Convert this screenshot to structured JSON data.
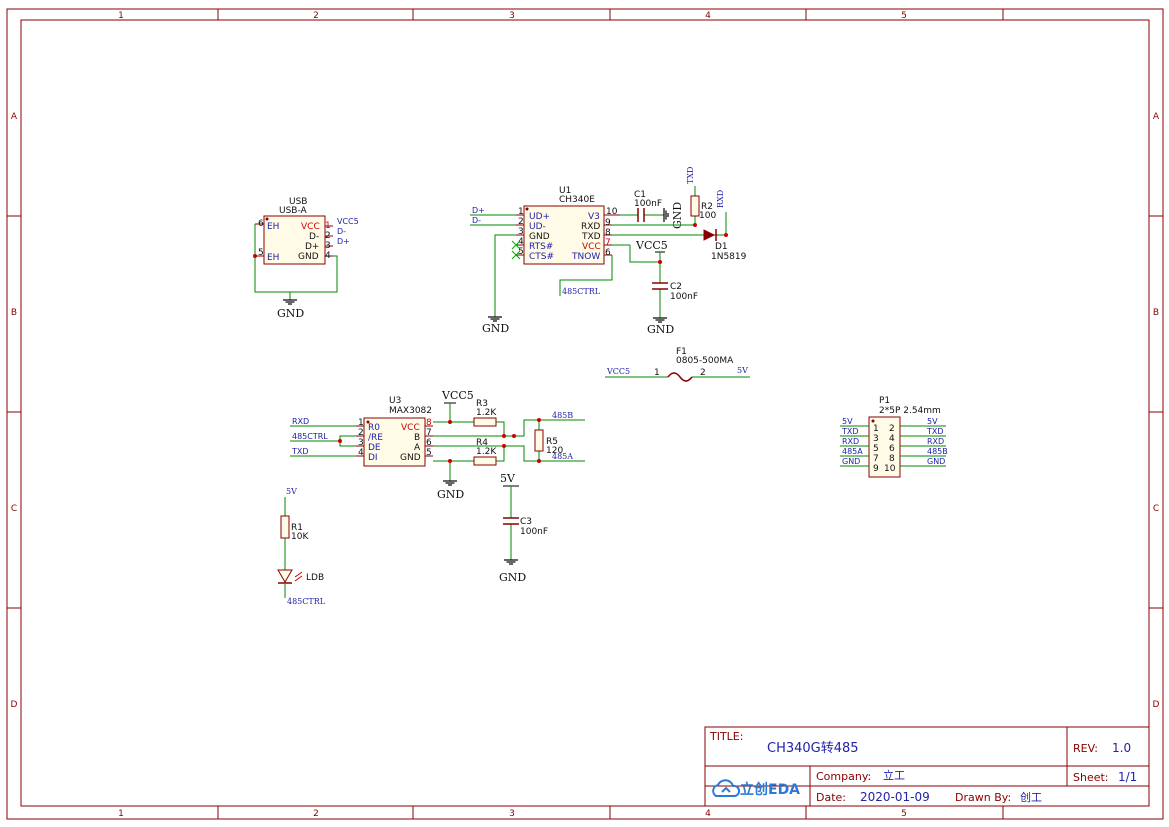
{
  "frame": {
    "columns": [
      "1",
      "2",
      "3",
      "4",
      "5"
    ],
    "rows": [
      "A",
      "B",
      "C",
      "D"
    ],
    "colors": {
      "frame": "#880000",
      "wire": "#008800",
      "label": "#2222aa",
      "pin": "#cc0000",
      "part": "#880000"
    }
  },
  "title_block": {
    "title_label": "TITLE:",
    "title": "CH340G转485",
    "rev_label": "REV:",
    "rev": "1.0",
    "company_label": "Company:",
    "company": "立工",
    "sheet_label": "Sheet:",
    "sheet": "1/1",
    "date_label": "Date:",
    "date": "2020-01-09",
    "drawn_label": "Drawn By:",
    "drawn": "创工",
    "logo_text": "立创EDA"
  },
  "usb": {
    "designator": "USB",
    "value": "USB-A",
    "pins": [
      {
        "num": "6",
        "name": "EH"
      },
      {
        "num": "5",
        "name": "EH"
      },
      {
        "num": "1",
        "name": "VCC"
      },
      {
        "num": "2",
        "name": "D-"
      },
      {
        "num": "3",
        "name": "D+"
      },
      {
        "num": "4",
        "name": "GND"
      }
    ],
    "nets": [
      "VCC5",
      "D-",
      "D+"
    ],
    "gnd": "GND"
  },
  "u1": {
    "designator": "U1",
    "value": "CH340E",
    "left_pins": [
      {
        "num": "1",
        "name": "UD+"
      },
      {
        "num": "2",
        "name": "UD-"
      },
      {
        "num": "3",
        "name": "GND"
      },
      {
        "num": "4",
        "name": "RTS#"
      },
      {
        "num": "5",
        "name": "CTS#"
      }
    ],
    "right_pins": [
      {
        "num": "10",
        "name": "V3"
      },
      {
        "num": "9",
        "name": "RXD"
      },
      {
        "num": "8",
        "name": "TXD"
      },
      {
        "num": "7",
        "name": "VCC"
      },
      {
        "num": "6",
        "name": "TNOW"
      }
    ],
    "nets": [
      "D+",
      "D-",
      "485CTRL"
    ],
    "gnd": "GND"
  },
  "c1": {
    "designator": "C1",
    "value": "100nF",
    "gnd": "GND"
  },
  "r2": {
    "designator": "R2",
    "value": "100",
    "net_top": "TXD",
    "net_d": "RXD"
  },
  "d1": {
    "designator": "D1",
    "value": "1N5819"
  },
  "vcc5_u1": "VCC5",
  "c2": {
    "designator": "C2",
    "value": "100nF",
    "gnd": "GND"
  },
  "f1": {
    "designator": "F1",
    "value": "0805-500MA",
    "pin1": "1",
    "pin2": "2",
    "net_in": "VCC5",
    "net_out": "5V"
  },
  "u3": {
    "designator": "U3",
    "value": "MAX3082",
    "left_pins": [
      {
        "num": "1",
        "name": "R0"
      },
      {
        "num": "2",
        "name": "/RE"
      },
      {
        "num": "3",
        "name": "DE"
      },
      {
        "num": "4",
        "name": "DI"
      }
    ],
    "right_pins": [
      {
        "num": "8",
        "name": "VCC"
      },
      {
        "num": "7",
        "name": "B"
      },
      {
        "num": "6",
        "name": "A"
      },
      {
        "num": "5",
        "name": "GND"
      }
    ],
    "nets_left": [
      "RXD",
      "485CTRL",
      "TXD"
    ],
    "vcc": "VCC5",
    "gnd": "GND"
  },
  "r3": {
    "designator": "R3",
    "value": "1.2K"
  },
  "r4": {
    "designator": "R4",
    "value": "1.2K"
  },
  "r5": {
    "designator": "R5",
    "value": "120"
  },
  "nets_485": [
    "485B",
    "485A"
  ],
  "c3": {
    "designator": "C3",
    "value": "100nF",
    "vcc": "5V",
    "gnd": "GND"
  },
  "r1": {
    "designator": "R1",
    "value": "10K",
    "vcc": "5V"
  },
  "led": {
    "designator": "LDB",
    "net": "485CTRL"
  },
  "p1": {
    "designator": "P1",
    "value": "2*5P 2.54mm",
    "left": [
      {
        "num": "1",
        "net": "5V"
      },
      {
        "num": "3",
        "net": "TXD"
      },
      {
        "num": "5",
        "net": "RXD"
      },
      {
        "num": "7",
        "net": "485A"
      },
      {
        "num": "9",
        "net": "GND"
      }
    ],
    "right": [
      {
        "num": "2",
        "net": "5V"
      },
      {
        "num": "4",
        "net": "TXD"
      },
      {
        "num": "6",
        "net": "RXD"
      },
      {
        "num": "8",
        "net": "485B"
      },
      {
        "num": "10",
        "net": "GND"
      }
    ]
  }
}
